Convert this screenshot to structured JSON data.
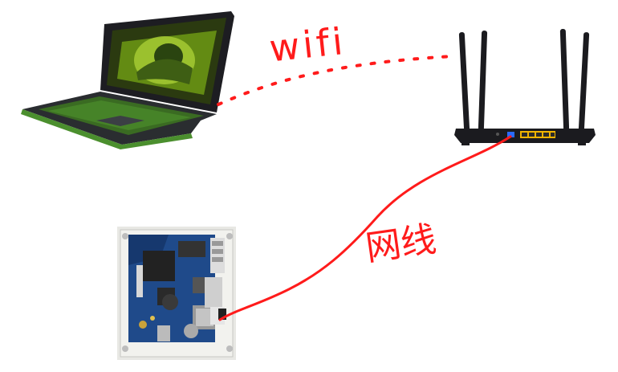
{
  "labels": {
    "wifi": "wifi",
    "cable": "网线"
  },
  "devices": {
    "laptop": {
      "icon": "laptop-icon"
    },
    "router": {
      "icon": "router-icon",
      "antennas": 4,
      "ports": 5
    },
    "board": {
      "icon": "dev-board-icon"
    }
  },
  "colors": {
    "link": "#ff1b1b",
    "device_dark": "#1b1b1f",
    "screen_glow": "#8fbf1a",
    "keyboard_green": "#4a8a2a",
    "pcb_blue": "#1f4a8a",
    "router_port": "#f0b400",
    "router_wan": "#2a6bff"
  }
}
